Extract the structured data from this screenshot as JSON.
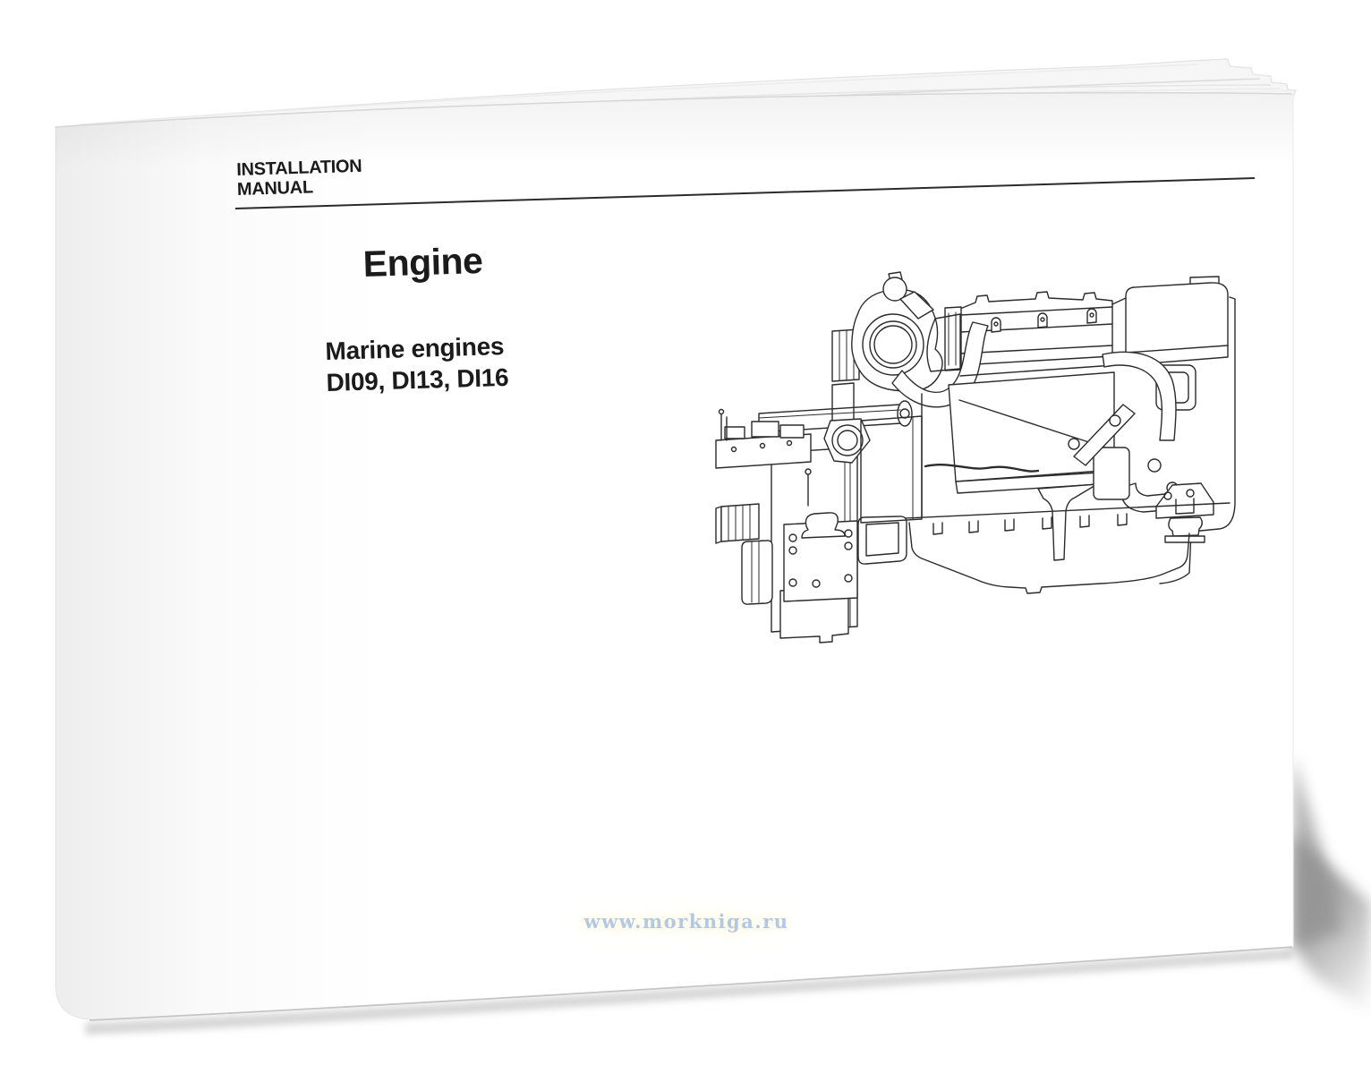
{
  "cover": {
    "kicker": "INSTALLATION\nMANUAL",
    "title": "Engine",
    "subtitle": "Marine engines\nDI09, DI13, DI16"
  },
  "watermark": {
    "text": "www.morkniga.ru",
    "color": "#b3c9e2"
  },
  "illustration": {
    "name": "marine-engine-side-view-line-drawing"
  },
  "colors": {
    "text": "#1b1b1b",
    "rule": "#2b2b2b",
    "cover": "#ffffff",
    "page_edge": "#e3e3e3",
    "drawing_line": "#2b2b2b",
    "shadow": "#8f8f8f"
  }
}
